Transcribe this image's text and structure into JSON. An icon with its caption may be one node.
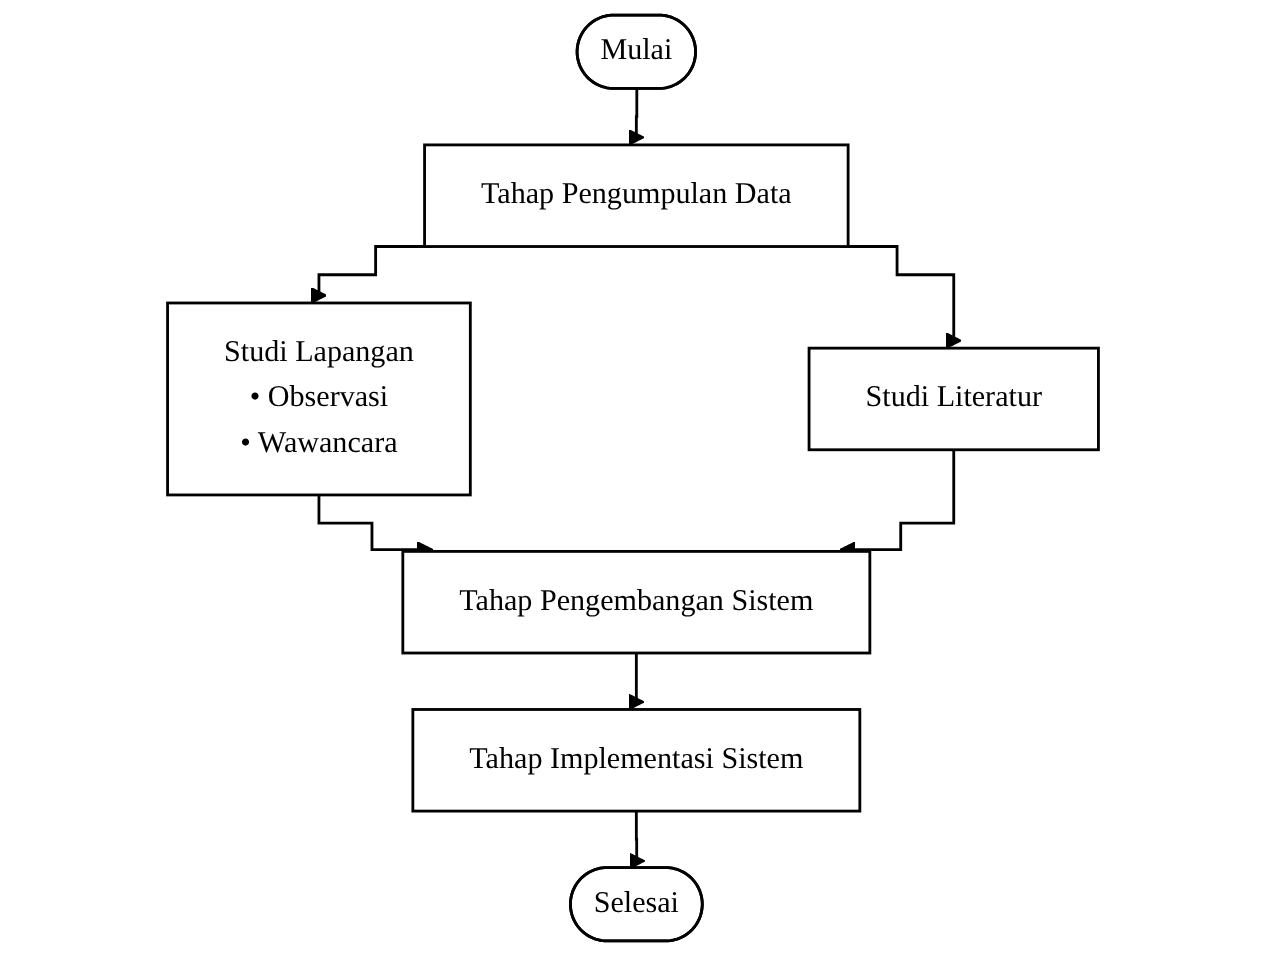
{
  "diagram": {
    "nodes": [
      {
        "text": [
          "Mulai"
        ]
      },
      {
        "text": [
          "Tahap Pengumpulan Data"
        ]
      },
      {
        "text": [
          "Studi Lapangan",
          "• Observasi",
          "• Wawancara"
        ]
      },
      {
        "text": [
          "Studi Literatur"
        ]
      },
      {
        "text": [
          "Tahap Pengembangan Sistem"
        ]
      },
      {
        "text": [
          "Tahap Implementasi Sistem"
        ]
      },
      {
        "text": [
          "Selesai"
        ]
      }
    ],
    "edges": [
      {
        "from": 0,
        "to": 1,
        "arrow": "to"
      },
      {
        "from": 1,
        "to": 2,
        "arrow": "to"
      },
      {
        "from": 1,
        "to": 3,
        "arrow": "to"
      },
      {
        "from": 2,
        "to": 4,
        "arrow": "to"
      },
      {
        "from": 3,
        "to": 4,
        "arrow": "to"
      },
      {
        "from": 4,
        "to": 5,
        "arrow": "to"
      },
      {
        "from": 5,
        "to": 6,
        "arrow": "to"
      }
    ]
  }
}
